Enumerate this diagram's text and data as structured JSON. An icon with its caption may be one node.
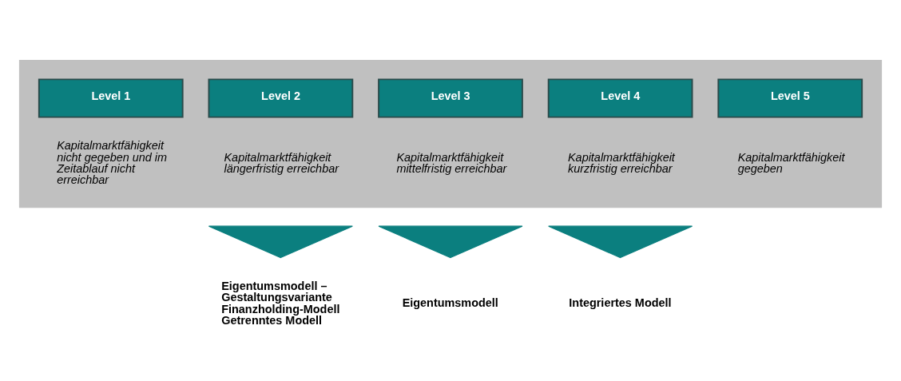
{
  "diagram": {
    "nodes": [
      {
        "text": [],
        "shape": "box"
      },
      {
        "text": [
          "Level 1"
        ],
        "in": 0,
        "beside": [
          "Kapitalmarktfähigkeit nicht gegeben und im Zeitablauf nicht erreichbar"
        ]
      },
      {
        "text": [
          "Level 2"
        ],
        "in": 0,
        "beside": [
          "Kapitalmarktfähigkeit längerfristig erreichbar"
        ]
      },
      {
        "text": [
          "Level 3"
        ],
        "in": 0,
        "beside": [
          "Kapitalmarktfähigkeit mittelfristig erreichbar"
        ]
      },
      {
        "text": [
          "Level 4"
        ],
        "in": 0,
        "beside": [
          "Kapitalmarktfähigkeit kurzfristig erreichbar"
        ]
      },
      {
        "text": [
          "Level 5"
        ],
        "in": 0,
        "beside": [
          "Kapitalmarktfähigkeit gegeben"
        ]
      },
      {
        "text": [],
        "shape": "triangle",
        "beside": [
          "Eigentumsmodell – Gestaltungsvariante",
          "Finanzholding-Modell",
          "Getrenntes Modell"
        ]
      },
      {
        "text": [],
        "shape": "triangle",
        "beside": [
          "Eigentumsmodell"
        ]
      },
      {
        "text": [],
        "shape": "triangle",
        "beside": [
          "Integriertes Modell"
        ]
      }
    ],
    "edges": []
  }
}
